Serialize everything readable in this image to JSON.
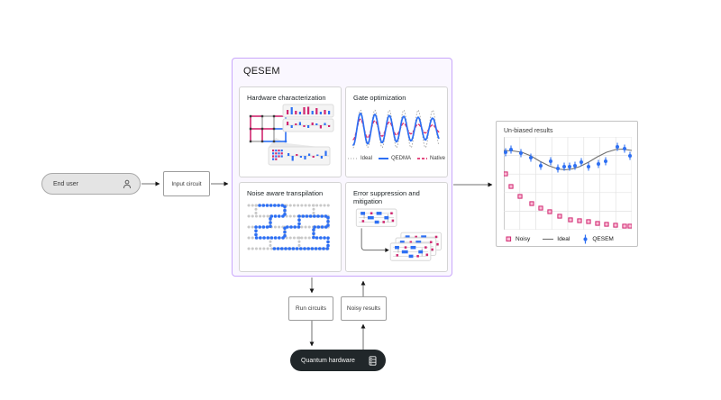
{
  "nodes": {
    "end_user": "End user",
    "input_circuit": "Input circuit",
    "run_circuits": "Run circuits",
    "noisy_results": "Noisy results",
    "quantum_hardware": "Quantum hardware"
  },
  "qesem": {
    "title": "QESEM",
    "panels": {
      "hardware_characterization": {
        "title": "Hardware characterization"
      },
      "gate_optimization": {
        "title": "Gate optimization",
        "legend": [
          "Ideal",
          "QEDMA",
          "Native"
        ]
      },
      "noise_aware_transpilation": {
        "title": "Noise aware transpilation"
      },
      "error_suppression": {
        "title": "Error suppression and mitigation"
      }
    }
  },
  "results": {
    "title": "Un-biased results",
    "legend": [
      "Noisy",
      "Ideal",
      "QESEM"
    ]
  },
  "colors": {
    "accent_purple_border": "#c9a7fb",
    "accent_purple_fill": "#faf7ff",
    "blue": "#2d6ff3",
    "magenta": "#d02670",
    "ideal_gray": "#6f6f6f",
    "hardware_black": "#21272a"
  },
  "chart_data": [
    {
      "id": "gate_optimization",
      "type": "line",
      "title": "Gate optimization",
      "xlabel": "",
      "ylabel": "",
      "note": "unlabeled illustrative damped oscillations, 6 periods",
      "x_range": [
        0,
        96
      ],
      "center": 28,
      "period": 16,
      "series": [
        {
          "name": "Ideal",
          "style": "dotted",
          "color": "#a4a4a4",
          "amplitude": 21,
          "decay": 0
        },
        {
          "name": "QEDMA",
          "style": "solid",
          "color": "#2d6ff3",
          "amplitude": 18,
          "decay": 220
        },
        {
          "name": "Native",
          "style": "dashed",
          "color": "#e0326e",
          "amplitude": 12,
          "decay": 85
        }
      ]
    },
    {
      "id": "unbiased_results",
      "type": "scatter",
      "title": "Un-biased results",
      "xlabel": "",
      "ylabel": "",
      "note": "axes unlabeled; coordinates in plot units 142x103, y down",
      "grid": {
        "cols": 8,
        "rows": 5
      },
      "ideal_line": [
        [
          0,
          15
        ],
        [
          10,
          15.5
        ],
        [
          20,
          17
        ],
        [
          30,
          21
        ],
        [
          40,
          27
        ],
        [
          50,
          32
        ],
        [
          60,
          35.5
        ],
        [
          68,
          36.5
        ],
        [
          76,
          35.5
        ],
        [
          84,
          33
        ],
        [
          94,
          28
        ],
        [
          104,
          22
        ],
        [
          114,
          17
        ],
        [
          124,
          14
        ],
        [
          132,
          13.5
        ],
        [
          142,
          15
        ]
      ],
      "qesem_points": [
        [
          2,
          17
        ],
        [
          8,
          14
        ],
        [
          19,
          18
        ],
        [
          30,
          23
        ],
        [
          41,
          32
        ],
        [
          52,
          27
        ],
        [
          60,
          35
        ],
        [
          67,
          33
        ],
        [
          73,
          33
        ],
        [
          79,
          32
        ],
        [
          86,
          28
        ],
        [
          94,
          33
        ],
        [
          105,
          30
        ],
        [
          113,
          27
        ],
        [
          126,
          11
        ],
        [
          134,
          13
        ],
        [
          140,
          21
        ]
      ],
      "qesem_err": 4.5,
      "noisy_points": [
        [
          2,
          41
        ],
        [
          8,
          55
        ],
        [
          18,
          66
        ],
        [
          31,
          74
        ],
        [
          41,
          79
        ],
        [
          51,
          83
        ],
        [
          62,
          88
        ],
        [
          74,
          92
        ],
        [
          84,
          93
        ],
        [
          94,
          94
        ],
        [
          104,
          96
        ],
        [
          114,
          97
        ],
        [
          124,
          98
        ],
        [
          134,
          99
        ],
        [
          140,
          99
        ]
      ]
    }
  ]
}
